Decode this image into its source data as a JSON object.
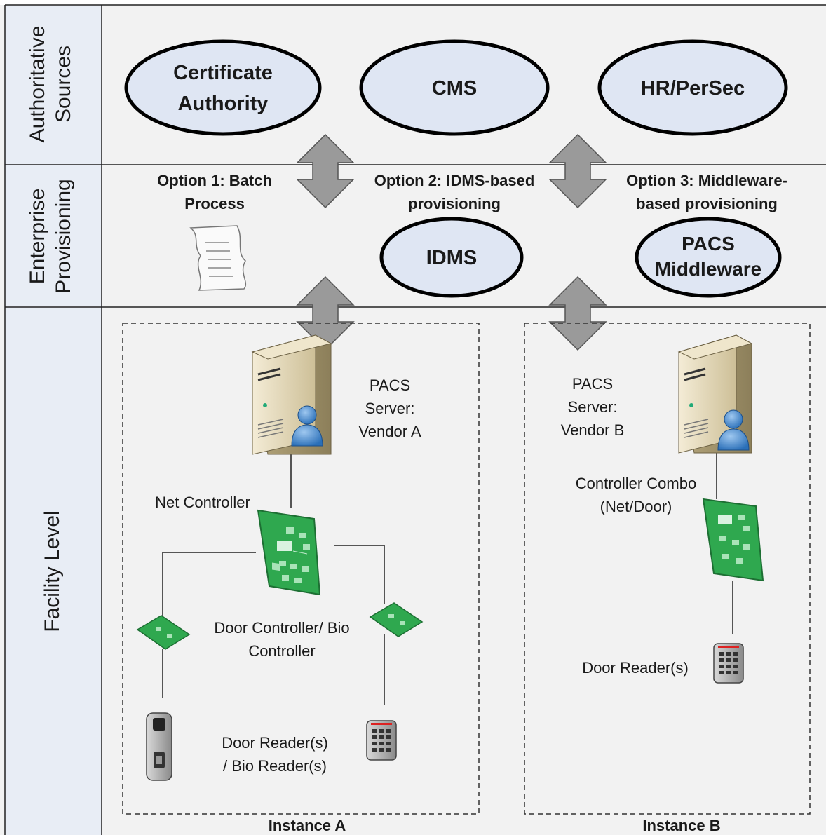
{
  "rows": {
    "authoritative": "Authoritative Sources",
    "enterprise": "Enterprise Provisioning",
    "facility": "Facility Level"
  },
  "sources": {
    "ca": [
      "Certificate",
      "Authority"
    ],
    "cms": "CMS",
    "hr": "HR/PerSec"
  },
  "options": {
    "option1": [
      "Option 1: Batch",
      "Process"
    ],
    "option2": [
      "Option 2: IDMS-based",
      "provisioning"
    ],
    "option3": [
      "Option 3: Middleware-",
      "based provisioning"
    ]
  },
  "provisioning": {
    "idms": "IDMS",
    "pacs_middleware": [
      "PACS",
      "Middleware"
    ]
  },
  "instance_a": {
    "caption": "Instance A",
    "server": [
      "PACS",
      "Server:",
      "Vendor A"
    ],
    "net_controller": "Net Controller",
    "door_controller": [
      "Door Controller/ Bio",
      "Controller"
    ],
    "readers": [
      "Door Reader(s)",
      "/ Bio Reader(s)"
    ]
  },
  "instance_b": {
    "caption": "Instance B",
    "server": [
      "PACS",
      "Server:",
      "Vendor B"
    ],
    "combo": [
      "Controller Combo",
      "(Net/Door)"
    ],
    "reader": "Door Reader(s)"
  },
  "colors": {
    "header_fill": "#e8edf5",
    "band_fill": "#f2f2f2",
    "ellipse_fill": "#dfe6f3",
    "arrow_fill": "#9a9a9a",
    "board_green": "#2fa84f"
  }
}
